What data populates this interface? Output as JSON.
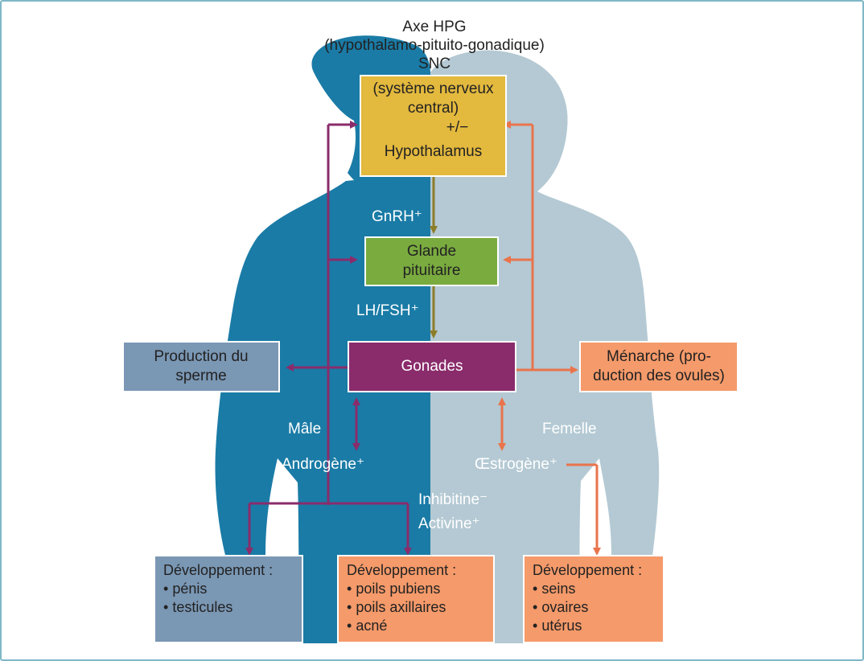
{
  "colors": {
    "male_blue": "#1a7ba6",
    "female_blue": "#b4c9d3",
    "snc_yellow": "#e3b93e",
    "pituitary_green": "#7aab3f",
    "gonads_purple": "#8a2c6b",
    "slate_box": "#7a97b4",
    "salmon_box": "#f59a6a",
    "olive_arrow": "#8c7d2a",
    "orange_arrow": "#e9744c",
    "frame": "#7fb8c8"
  },
  "header": {
    "line1": "Axe HPG",
    "line2": "(hypothalamo-pituito-gonadique)",
    "line3": "SNC"
  },
  "boxes": {
    "snc_line1": "(système nerveux",
    "snc_line2": "central)",
    "feedback": "+/−",
    "hypothalamus": "Hypothalamus",
    "pituitary_line1": "Glande",
    "pituitary_line2": "pituitaire",
    "gonads": "Gonades",
    "sperm_line1": "Production du",
    "sperm_line2": "sperme",
    "menarche_line1": "Ménarche (pro-",
    "menarche_line2": "duction des ovules)"
  },
  "labels": {
    "gnrh": "GnRH⁺",
    "lhfsh": "LH/FSH⁺",
    "male": "Mâle",
    "female": "Femelle",
    "androgen": "Androgène⁺",
    "estrogen": "Œstrogène⁺",
    "inhibin": "Inhibitine⁻",
    "activin": "Activine⁺"
  },
  "development": {
    "title": "Développement :",
    "male_genital": [
      "pénis",
      "testicules"
    ],
    "shared": [
      "poils pubiens",
      "poils axillaires",
      "acné"
    ],
    "female": [
      "seins",
      "ovaires",
      "utérus"
    ]
  }
}
